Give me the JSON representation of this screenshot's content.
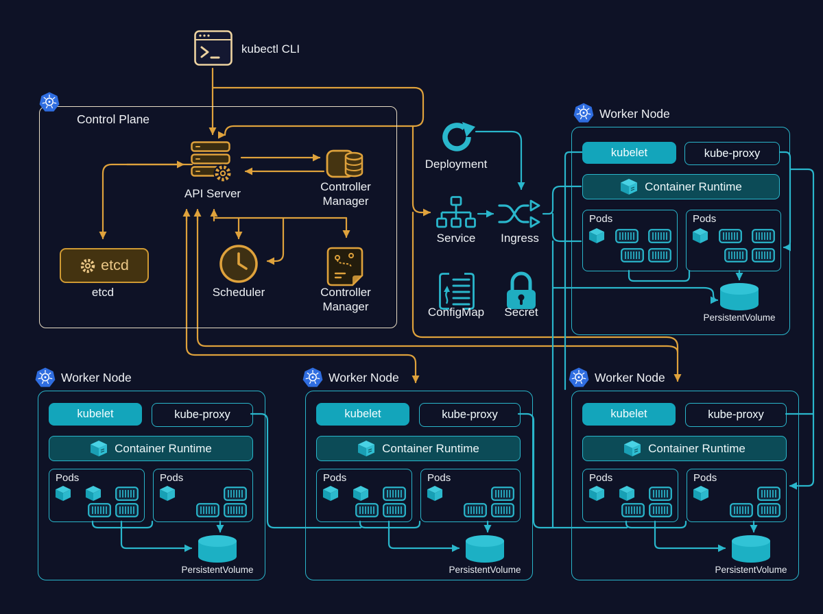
{
  "colors": {
    "background": "#0e1226",
    "orange_accent": "#dfa23c",
    "teal_accent": "#2ab7cc",
    "cream_border": "#e9dec6",
    "kubelet_fill": "#13a5bb",
    "runtime_fill": "#0c4b57",
    "etcd_fill": "#443310",
    "etcd_border": "#cf9a33",
    "kubernetes_blue": "#2f6de0",
    "text": "#f0f2f5"
  },
  "kubectl": {
    "label": "kubectl CLI",
    "icon": "terminal-icon"
  },
  "control_plane": {
    "title": "Control Plane",
    "icon": "kubernetes-icon",
    "api_server": {
      "label": "API Server",
      "icon": "server-gear-icon"
    },
    "controller_manager_top": {
      "label": "Controller Manager",
      "icon": "database-box-icon"
    },
    "etcd": {
      "badge": "etcd",
      "label": "etcd",
      "icon": "gear-icon"
    },
    "scheduler": {
      "label": "Scheduler",
      "icon": "clock-icon"
    },
    "controller_manager_bottom": {
      "label": "Controller Manager",
      "icon": "document-flow-icon"
    }
  },
  "resources": {
    "deployment": {
      "label": "Deployment",
      "icon": "refresh-icon"
    },
    "service": {
      "label": "Service",
      "icon": "hierarchy-icon"
    },
    "ingress": {
      "label": "Ingress",
      "icon": "shuffle-icon"
    },
    "configmap": {
      "label": "ConfigMap",
      "icon": "list-icon"
    },
    "secret": {
      "label": "Secret",
      "icon": "lock-icon"
    }
  },
  "worker_nodes": [
    {
      "position": "top-right",
      "title": "Worker Node",
      "kubelet": "kubelet",
      "kube_proxy": "kube-proxy",
      "container_runtime": "Container Runtime",
      "container_runtime_icon": "package-icon",
      "pods": [
        {
          "label": "Pods",
          "rows": [
            [
              "cube",
              "container",
              "container"
            ],
            [
              "container",
              "container"
            ]
          ]
        },
        {
          "label": "Pods",
          "rows": [
            [
              "cube",
              "container",
              "container"
            ],
            [
              "container",
              "container"
            ]
          ]
        }
      ],
      "persistent_volume": "PersistentVolume",
      "persistent_volume_icon": "cylinder-icon"
    },
    {
      "position": "bottom-left",
      "title": "Worker Node",
      "kubelet": "kubelet",
      "kube_proxy": "kube-proxy",
      "container_runtime": "Container Runtime",
      "container_runtime_icon": "package-icon",
      "pods": [
        {
          "label": "Pods",
          "rows": [
            [
              "cube",
              "cube",
              "container"
            ],
            [
              "container",
              "container"
            ]
          ]
        },
        {
          "label": "Pods",
          "rows": [
            [
              "cube",
              "container"
            ],
            [
              "container",
              "container"
            ]
          ]
        }
      ],
      "persistent_volume": "PersistentVolume",
      "persistent_volume_icon": "cylinder-icon"
    },
    {
      "position": "bottom-middle",
      "title": "Worker Node",
      "kubelet": "kubelet",
      "kube_proxy": "kube-proxy",
      "container_runtime": "Container Runtime",
      "container_runtime_icon": "package-icon",
      "pods": [
        {
          "label": "Pods",
          "rows": [
            [
              "cube",
              "cube",
              "container"
            ],
            [
              "container",
              "container"
            ]
          ]
        },
        {
          "label": "Pods",
          "rows": [
            [
              "cube",
              "container"
            ],
            [
              "container",
              "container"
            ]
          ]
        }
      ],
      "persistent_volume": "PersistentVolume",
      "persistent_volume_icon": "cylinder-icon"
    },
    {
      "position": "bottom-right",
      "title": "Worker Node",
      "kubelet": "kubelet",
      "kube_proxy": "kube-proxy",
      "container_runtime": "Container Runtime",
      "container_runtime_icon": "package-icon",
      "pods": [
        {
          "label": "Pods",
          "rows": [
            [
              "cube",
              "cube",
              "container"
            ],
            [
              "container",
              "container"
            ]
          ]
        },
        {
          "label": "Pods",
          "rows": [
            [
              "cube",
              "container"
            ],
            [
              "container",
              "container"
            ]
          ]
        }
      ],
      "persistent_volume": "PersistentVolume",
      "persistent_volume_icon": "cylinder-icon"
    }
  ]
}
